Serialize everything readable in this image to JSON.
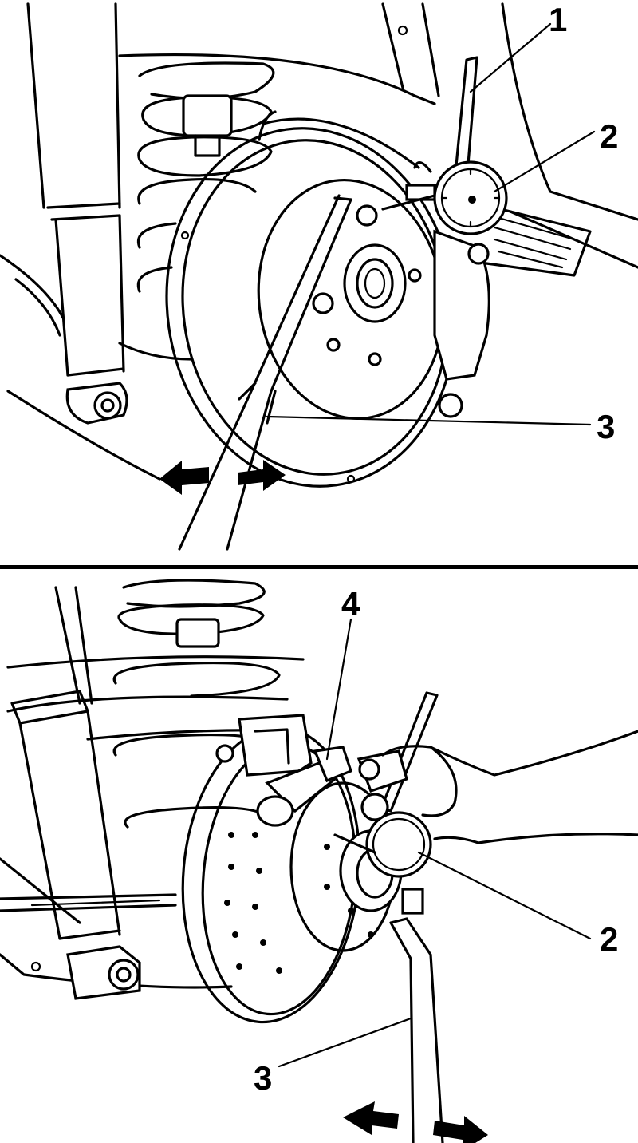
{
  "callouts_top": {
    "c1": "1",
    "c2": "2",
    "c3": "3"
  },
  "callouts_bottom": {
    "c4": "4",
    "c2": "2",
    "c3": "3"
  }
}
